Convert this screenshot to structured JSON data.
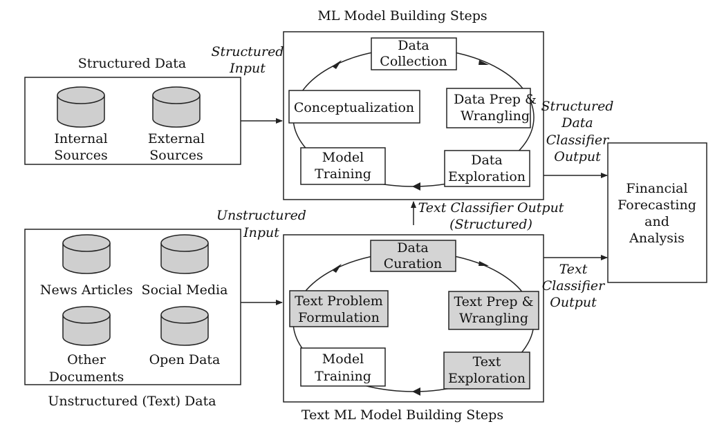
{
  "structured_title": "Structured Data",
  "unstructured_title": "Unstructured (Text) Data",
  "ml_title": "ML Model Building Steps",
  "text_ml_title": "Text ML Model Building Steps",
  "structured_sources": [
    {
      "line1": "Internal",
      "line2": "Sources"
    },
    {
      "line1": "External",
      "line2": "Sources"
    }
  ],
  "unstructured_sources": [
    {
      "line1": "News Articles"
    },
    {
      "line1": "Social Media"
    },
    {
      "line1": "Other",
      "line2": "Documents"
    },
    {
      "line1": "Open Data"
    }
  ],
  "structured_input": {
    "line1": "Structured",
    "line2": "Input"
  },
  "unstructured_input": {
    "line1": "Unstructured",
    "line2": "Input"
  },
  "ml_steps": {
    "collection": {
      "line1": "Data",
      "line2": "Collection"
    },
    "prep": {
      "line1": "Data Prep &",
      "line2": "Wrangling"
    },
    "exploration": {
      "line1": "Data",
      "line2": "Exploration"
    },
    "training": {
      "line1": "Model",
      "line2": "Training"
    },
    "concept": {
      "line1": "Conceptualization"
    }
  },
  "text_steps": {
    "curation": {
      "line1": "Data",
      "line2": "Curation"
    },
    "prep": {
      "line1": "Text Prep &",
      "line2": "Wrangling"
    },
    "exploration": {
      "line1": "Text",
      "line2": "Exploration"
    },
    "training": {
      "line1": "Model",
      "line2": "Training"
    },
    "formulation": {
      "line1": "Text Problem",
      "line2": "Formulation"
    }
  },
  "text_classifier_output_structured": {
    "line1": "Text Classifier Output",
    "line2": "(Structured)"
  },
  "structured_classifier_output": {
    "line1": "Structured",
    "line2": "Data",
    "line3": "Classifier",
    "line4": "Output"
  },
  "text_classifier_output": {
    "line1": "Text",
    "line2": "Classifier",
    "line3": "Output"
  },
  "forecasting": {
    "line1": "Financial",
    "line2": "Forecasting",
    "line3": "and",
    "line4": "Analysis"
  },
  "colors": {
    "gray_box": "#d4d4d4",
    "line": "#222222"
  }
}
